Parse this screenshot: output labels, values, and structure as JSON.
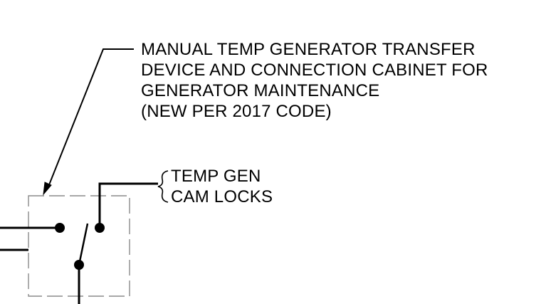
{
  "callouts": {
    "transfer_device": {
      "lines": [
        "MANUAL TEMP GENERATOR TRANSFER",
        "DEVICE AND CONNECTION CABINET FOR",
        "GENERATOR MAINTENANCE",
        "(NEW PER 2017 CODE)"
      ]
    },
    "cam_locks": {
      "lines": [
        "TEMP GEN",
        "CAM LOCKS"
      ]
    }
  },
  "colors": {
    "ink": "#000000",
    "dashed_box": "#8a8a8a",
    "background": "#ffffff"
  }
}
